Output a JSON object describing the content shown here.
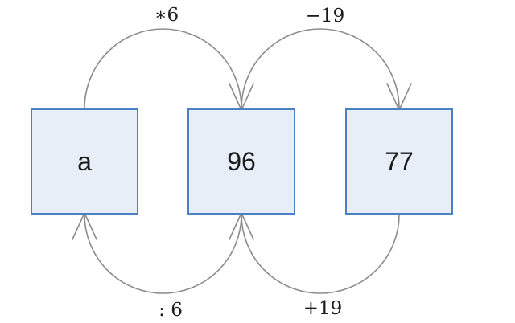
{
  "diagram": {
    "type": "operation-chain",
    "nodes": [
      {
        "id": "a",
        "label": "a"
      },
      {
        "id": "96",
        "label": "96"
      },
      {
        "id": "77",
        "label": "77"
      }
    ],
    "edges": [
      {
        "label": "∗6",
        "from": "a",
        "to": "96",
        "position": "top"
      },
      {
        "label": "−19",
        "from": "96",
        "to": "77",
        "position": "top"
      },
      {
        "label": ": 6",
        "from": "96",
        "to": "a",
        "position": "bottom"
      },
      {
        "label": "+19",
        "from": "77",
        "to": "96",
        "position": "bottom"
      }
    ],
    "colors": {
      "box_fill": "#e8eef8",
      "box_border": "#4a80c4",
      "arc": "#8c8c8c",
      "label_text": "#1c1c1c"
    }
  }
}
